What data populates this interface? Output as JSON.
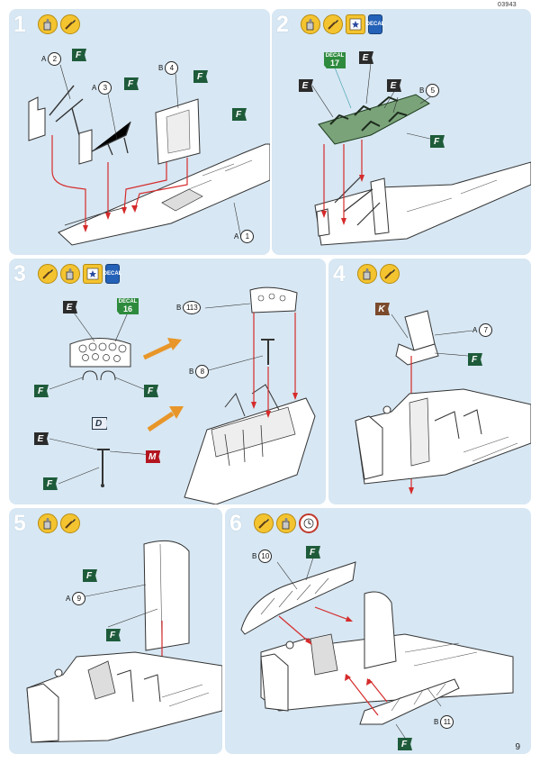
{
  "header": {
    "code": "03943"
  },
  "page": {
    "number": "9"
  },
  "colors": {
    "panel": "#d7e7f3",
    "flag_F": "#1e5b3a",
    "flag_E": "#2b2b2b",
    "flag_K": "#7b4a2c",
    "flag_M": "#b3151f",
    "arrow": "#d52b2b",
    "orange": "#e8962a"
  },
  "steps": [
    {
      "number": "1",
      "icons": [
        "glue-icon",
        "brush-icon"
      ],
      "parts": [
        {
          "sprue": "A",
          "num": "2"
        },
        {
          "sprue": "A",
          "num": "3"
        },
        {
          "sprue": "B",
          "num": "4"
        },
        {
          "sprue": "A",
          "num": "1"
        }
      ],
      "flags": [
        "F",
        "F",
        "F",
        "F"
      ]
    },
    {
      "number": "2",
      "icons": [
        "glue-icon",
        "brush-icon",
        "decal-apply-icon",
        "decal-fluid-icon"
      ],
      "parts": [
        {
          "sprue": "B",
          "num": "5"
        }
      ],
      "flags": [
        "E",
        "E",
        "E",
        "F"
      ],
      "decal": {
        "label": "DECAL",
        "num": "17"
      }
    },
    {
      "number": "3",
      "icons": [
        "brush-icon",
        "glue-icon",
        "decal-apply-icon",
        "decal-fluid-icon"
      ],
      "parts": [
        {
          "sprue": "B",
          "num": "113"
        },
        {
          "sprue": "B",
          "num": "8"
        }
      ],
      "flags": [
        "E",
        "F",
        "F",
        "D",
        "E",
        "M",
        "F"
      ],
      "decal": {
        "label": "DECAL",
        "num": "16"
      }
    },
    {
      "number": "4",
      "icons": [
        "glue-icon",
        "brush-icon"
      ],
      "parts": [
        {
          "sprue": "A",
          "num": "7"
        }
      ],
      "flags": [
        "K",
        "F"
      ]
    },
    {
      "number": "5",
      "icons": [
        "glue-icon",
        "brush-icon"
      ],
      "parts": [
        {
          "sprue": "A",
          "num": "9"
        }
      ],
      "flags": [
        "F",
        "F"
      ]
    },
    {
      "number": "6",
      "icons": [
        "brush-icon",
        "glue-icon",
        "clock-icon"
      ],
      "parts": [
        {
          "sprue": "B",
          "num": "10"
        },
        {
          "sprue": "B",
          "num": "11"
        }
      ],
      "flags": [
        "F",
        "F"
      ]
    }
  ]
}
